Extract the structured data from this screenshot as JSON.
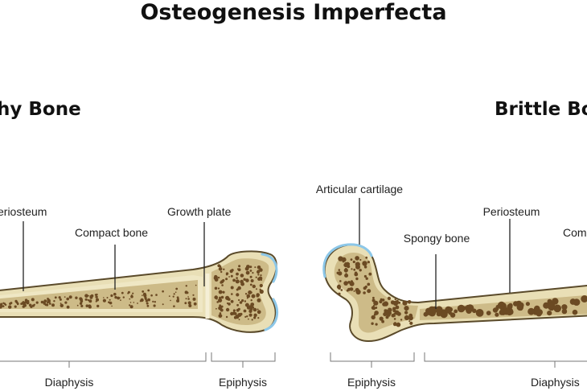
{
  "title": "Osteogenesis Imperfecta",
  "left_panel": {
    "heading": "hy Bone",
    "labels": {
      "periosteum": "eriosteum",
      "compact_bone": "Compact bone",
      "growth_plate": "Growth plate",
      "diaphysis": "Diaphysis",
      "epiphysis": "Epiphysis"
    }
  },
  "right_panel": {
    "heading": "Brittle Bo",
    "labels": {
      "articular_cartilage": "Articular cartilage",
      "spongy_bone": "Spongy bone",
      "periosteum": "Periosteum",
      "compact_bone": "Com",
      "epiphysis": "Epiphysis",
      "diaphysis": "Diaphysis"
    }
  },
  "colors": {
    "bone_outer": "#e9dfb6",
    "bone_outline": "#5a4a2a",
    "spongy": "#cdbb88",
    "pores": "#6b4a23",
    "cartilage": "#8cc7e8"
  }
}
